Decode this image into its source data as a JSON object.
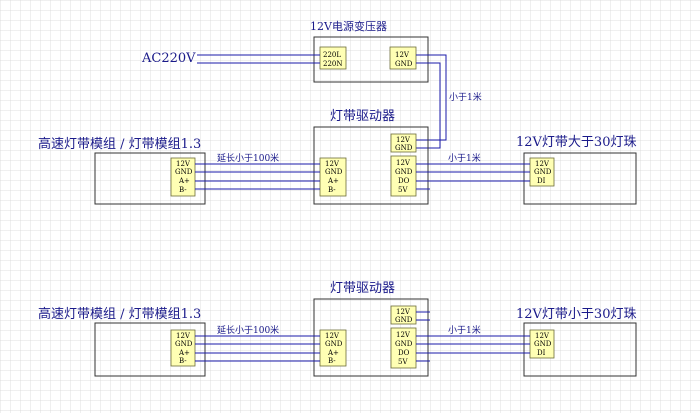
{
  "labels": {
    "transformer_title": "12V电源变压器",
    "ac_label": "AC220V",
    "driver1_title": "灯带驱动器",
    "driver2_title": "灯带驱动器",
    "module1_title": "高速灯带模组 / 灯带模组1.3",
    "module2_title": "高速灯带模组 / 灯带模组1.3",
    "strip1_title": "12V灯带大于30灯珠",
    "strip2_title": "12V灯带小于30灯珠",
    "wire_power_label": "小于1米",
    "wire_ext1_label": "延长小于100米",
    "wire_ext2_label": "延长小于100米",
    "wire_out1_label": "小于1米",
    "wire_out2_label": "小于1米"
  },
  "pins": {
    "ac_in": [
      "220L",
      "220N"
    ],
    "dc_out": [
      "12V",
      "GND"
    ],
    "module": [
      "12V",
      "GND",
      "A+",
      "B-"
    ],
    "driver_power": [
      "12V",
      "GND"
    ],
    "driver_in": [
      "12V",
      "GND",
      "A+",
      "B-"
    ],
    "driver_out": [
      "12V",
      "GND",
      "DO",
      "5V"
    ],
    "strip": [
      "12V",
      "GND",
      "DI"
    ]
  },
  "colors": {
    "wire": "#1a1aa8",
    "chip_fill": "#ffffb4",
    "title": "#1a1a8a"
  }
}
